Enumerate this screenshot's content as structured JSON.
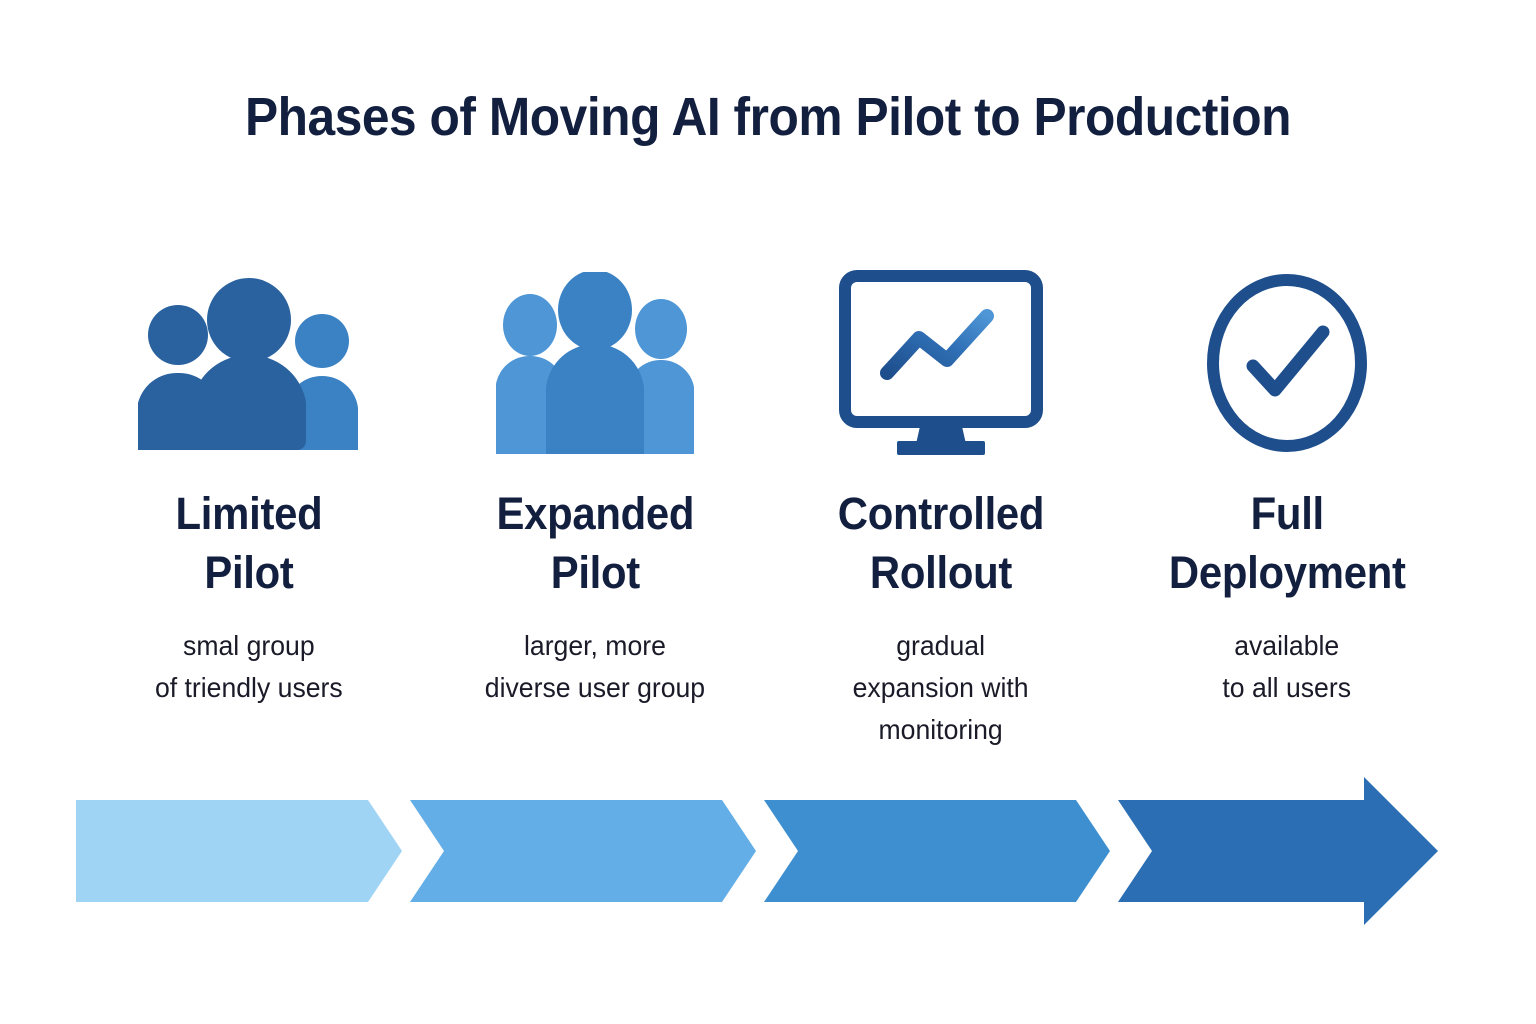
{
  "title": "Phases of Moving AI from Pilot to Production",
  "phases": [
    {
      "id": "limited-pilot",
      "icon": "group-of-people-icon",
      "title_line1": "Limited",
      "title_line2": "Pilot",
      "desc_line1": "smal group",
      "desc_line2": "of triendly users",
      "desc_line3": "",
      "band_color": "#9fd4f5"
    },
    {
      "id": "expanded-pilot",
      "icon": "larger-group-of-people-icon",
      "title_line1": "Expanded",
      "title_line2": "Pilot",
      "desc_line1": "larger, more",
      "desc_line2": "diverse user group",
      "desc_line3": "",
      "band_color": "#63aee6"
    },
    {
      "id": "controlled-rollout",
      "icon": "monitor-trend-chart-icon",
      "title_line1": "Controlled",
      "title_line2": "Rollout",
      "desc_line1": "gradual",
      "desc_line2": "expansion with",
      "desc_line3": "monitoring",
      "band_color": "#3e8fd0"
    },
    {
      "id": "full-deployment",
      "icon": "circle-check-icon",
      "title_line1": "Full",
      "title_line2": "Deployment",
      "desc_line1": "available",
      "desc_line2": "to all users",
      "desc_line3": "",
      "band_color": "#2b6eb4"
    }
  ],
  "colors": {
    "background": "#ffffff",
    "title_navy": "#121f3f",
    "heading_navy": "#121f3f",
    "body_text": "#1a1a28",
    "icon_dark_blue": "#1e4e8c",
    "icon_mid_blue": "#2a629f",
    "icon_light_blue": "#3b82c4",
    "icon_lighter_blue": "#4e96d6",
    "band_1": "#9fd4f5",
    "band_2": "#63aee6",
    "band_3": "#3e8fd0",
    "band_4": "#2b6eb4"
  }
}
